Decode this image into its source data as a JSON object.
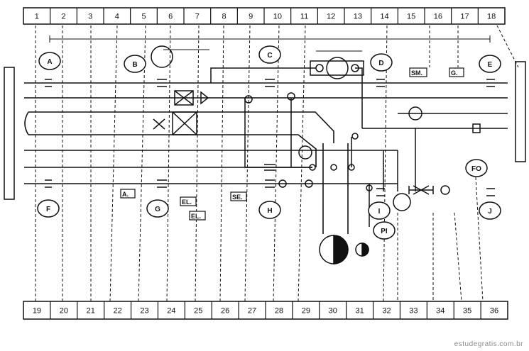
{
  "top_strip": [
    "1",
    "2",
    "3",
    "4",
    "5",
    "6",
    "7",
    "8",
    "9",
    "10",
    "11",
    "12",
    "13",
    "14",
    "15",
    "16",
    "17",
    "18"
  ],
  "bottom_strip": [
    "19",
    "20",
    "21",
    "22",
    "23",
    "24",
    "25",
    "26",
    "27",
    "28",
    "29",
    "30",
    "31",
    "32",
    "33",
    "34",
    "35",
    "36"
  ],
  "circle_labels": {
    "A": "A",
    "B": "B",
    "C": "C",
    "D": "D",
    "E": "E",
    "F": "F",
    "G": "G",
    "H": "H",
    "I": "I",
    "J": "J",
    "PI": "PI",
    "FO": "FO"
  },
  "box_labels": {
    "sm": "SM.",
    "g": "G.",
    "a": "A.",
    "el1": "EL.",
    "el2": "EL.",
    "se": "SE."
  },
  "watermark": "estudegratis.com.br",
  "colors": {
    "line": "#111111",
    "background": "#ffffff",
    "watermark": "#8a8a8a"
  }
}
